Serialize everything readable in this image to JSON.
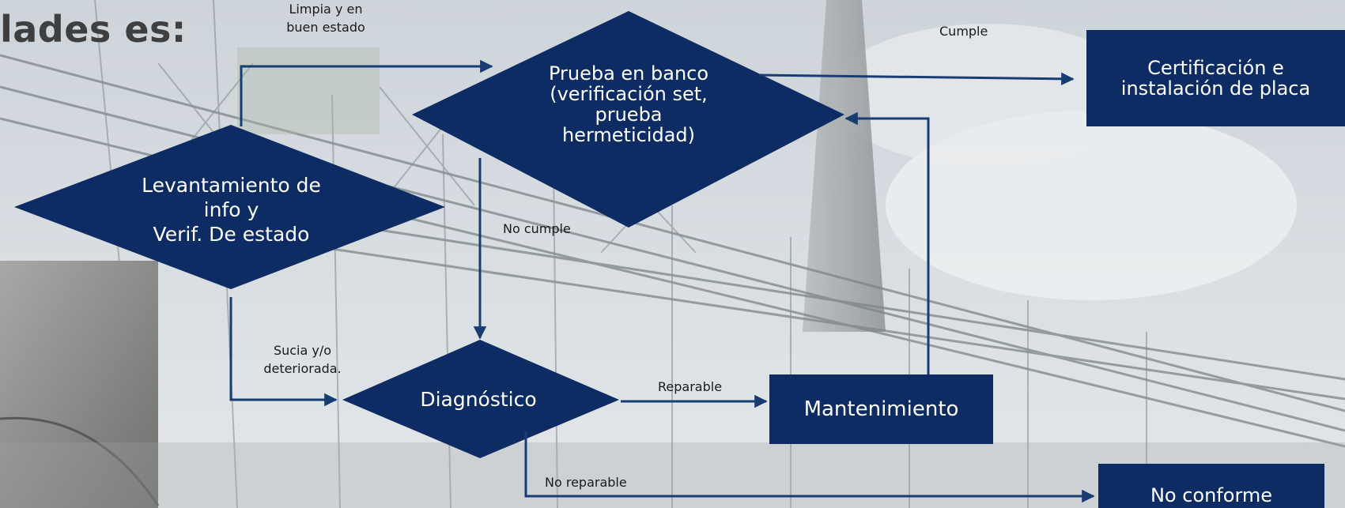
{
  "heading": {
    "text": "lades es:"
  },
  "nodes": {
    "levantamiento": {
      "label": "Levantamiento de\ninfo y\nVerif. De estado"
    },
    "prueba": {
      "label": "Prueba en banco\n(verificación set,\nprueba\nhermeticidad)"
    },
    "diagnostico": {
      "label": "Diagnóstico"
    },
    "mantenimiento": {
      "label": "Mantenimiento"
    },
    "certificacion": {
      "label": "Certificación e\ninstalación de placa"
    },
    "no_conforme": {
      "label": "No conforme"
    }
  },
  "edges": {
    "limpia": {
      "label": "Limpia y en\nbuen estado"
    },
    "cumple": {
      "label": "Cumple"
    },
    "no_cumple": {
      "label": "No cumple"
    },
    "sucia": {
      "label": "Sucia y/o\ndeteriorada."
    },
    "reparable": {
      "label": "Reparable"
    },
    "no_reparable": {
      "label": "No reparable"
    }
  },
  "colors": {
    "node_fill": "#0c2c63",
    "connector": "#173d73",
    "text_on_node": "#ffffff"
  }
}
